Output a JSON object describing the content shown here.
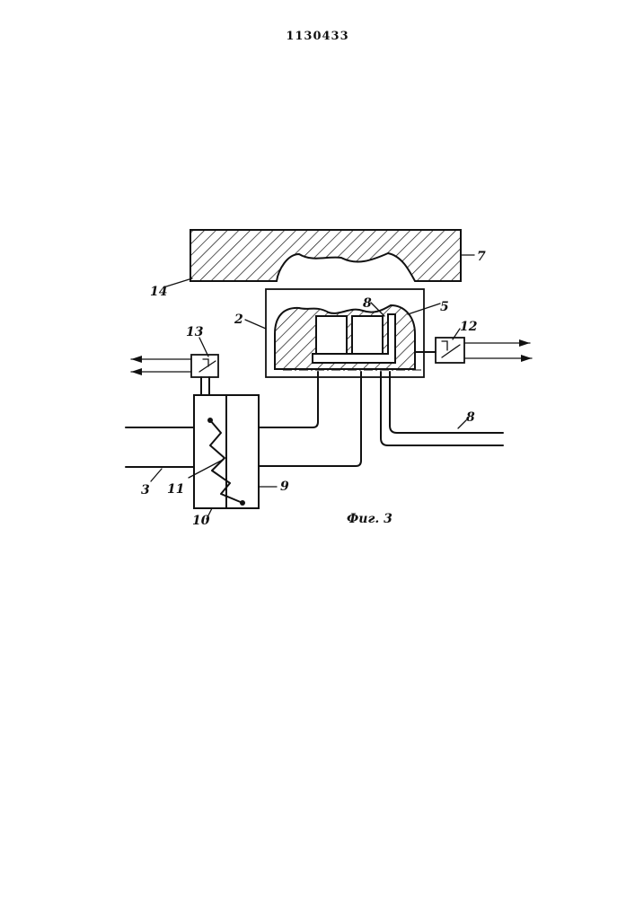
{
  "header": {
    "doc_number": "1130433"
  },
  "labels": {
    "l14": "14",
    "l7": "7",
    "l8_top": "8",
    "l5": "5",
    "l2": "2",
    "l12": "12",
    "l13": "13",
    "l8_pipe": "8",
    "l3": "3",
    "l11": "11",
    "l9": "9",
    "l10": "10"
  },
  "caption": "Фиг. 3",
  "colors": {
    "ink": "#111111",
    "paper": "#ffffff"
  }
}
